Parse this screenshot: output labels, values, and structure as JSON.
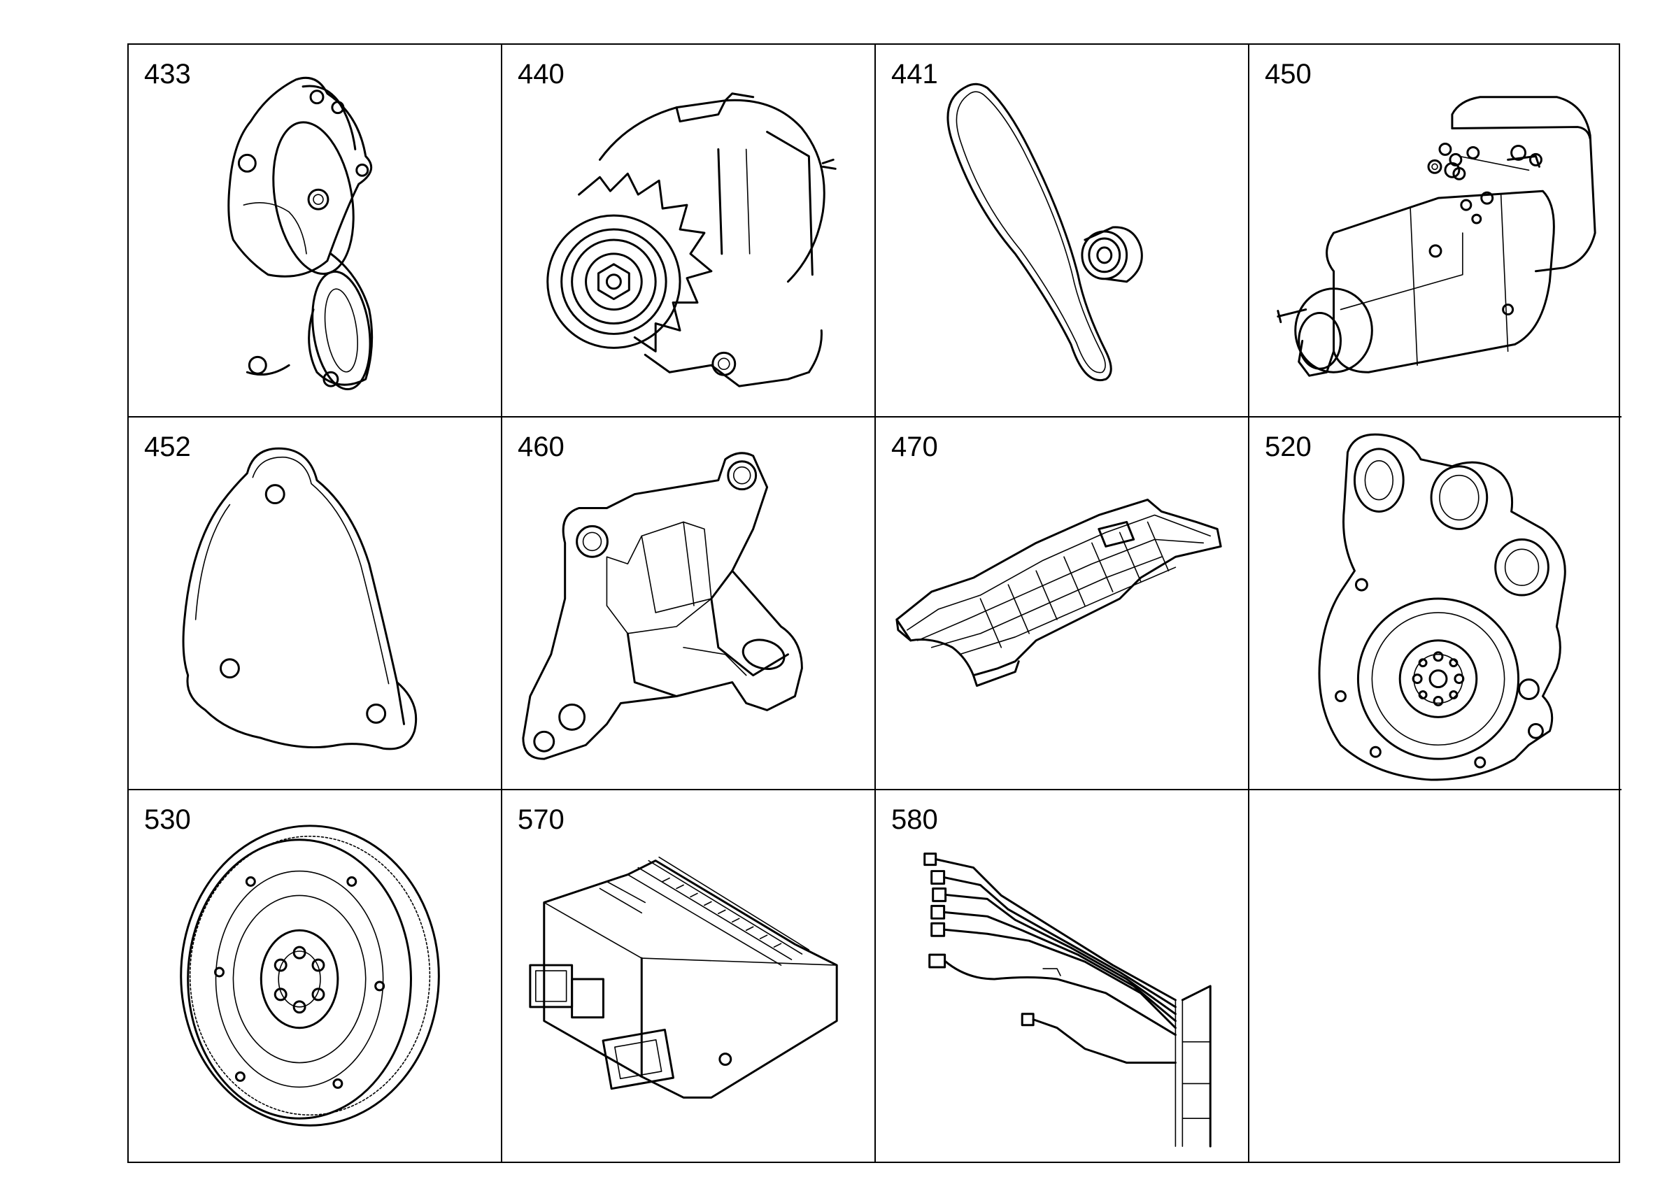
{
  "parts": [
    {
      "number": "433",
      "illustration": "turbo-elbow-pipe-icon"
    },
    {
      "number": "440",
      "illustration": "alternator-icon"
    },
    {
      "number": "441",
      "illustration": "drive-belt-icon"
    },
    {
      "number": "450",
      "illustration": "starter-motor-icon"
    },
    {
      "number": "452",
      "illustration": "gasket-plate-icon"
    },
    {
      "number": "460",
      "illustration": "engine-mount-bracket-icon"
    },
    {
      "number": "470",
      "illustration": "underbody-shield-icon"
    },
    {
      "number": "520",
      "illustration": "flywheel-housing-icon"
    },
    {
      "number": "530",
      "illustration": "flywheel-ring-gear-icon"
    },
    {
      "number": "570",
      "illustration": "control-unit-ecu-icon"
    },
    {
      "number": "580",
      "illustration": "wiring-harness-icon"
    },
    {
      "number": "",
      "illustration": ""
    }
  ]
}
